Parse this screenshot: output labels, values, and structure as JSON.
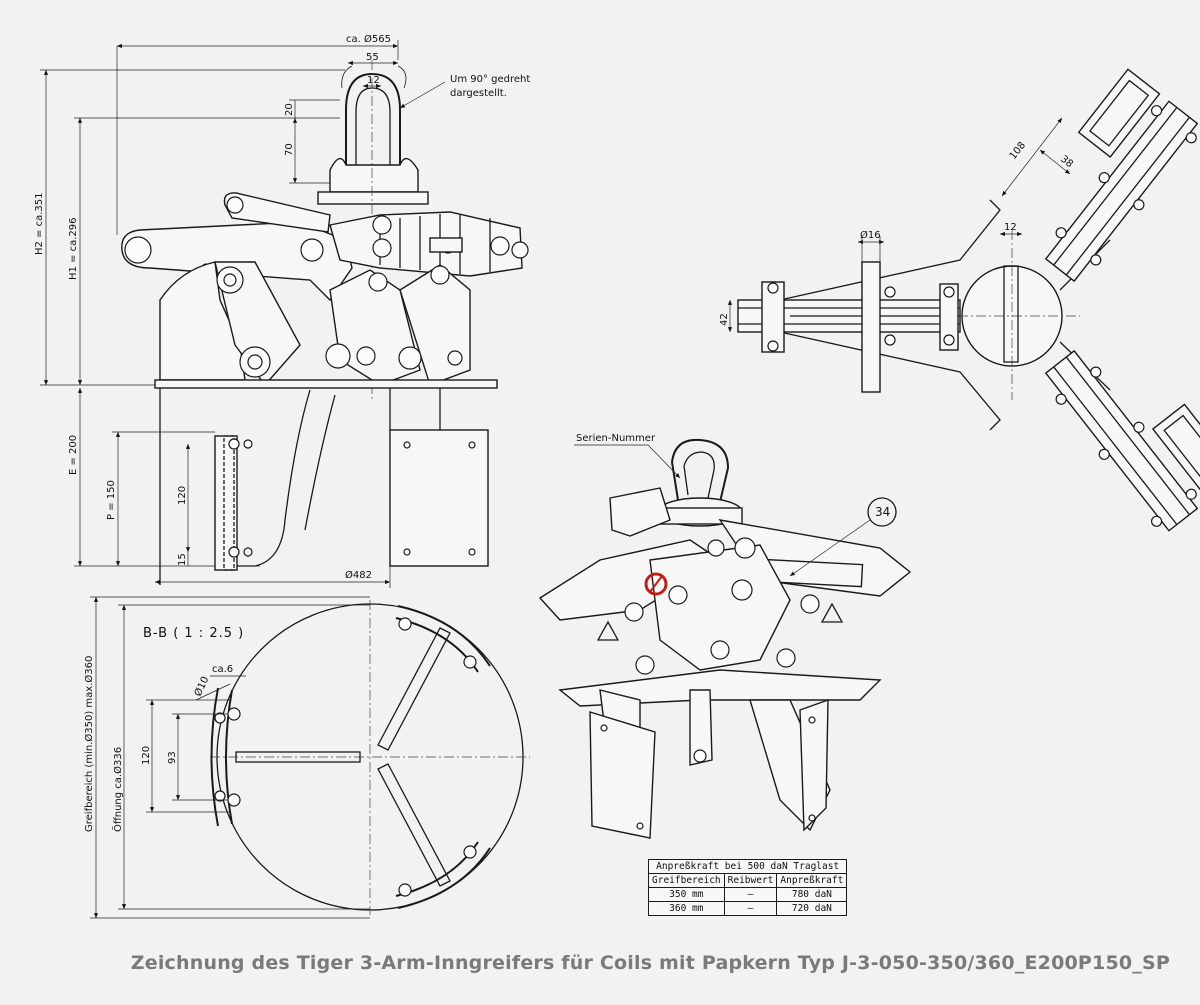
{
  "caption": "Zeichnung des Tiger 3-Arm-Inngreifers für Coils mit Papkern Typ J-3-050-350/360_E200P150_SP",
  "side_view": {
    "dims": {
      "dia_565": "ca. Ø565",
      "w55": "55",
      "w12": "12",
      "h20": "20",
      "h70": "70",
      "h2": "H2 = ca.351",
      "h1": "H1 = ca.296",
      "e": "E = 200",
      "p": "P = 150",
      "d120": "120",
      "d15": "15",
      "dia_482": "Ø482"
    },
    "note_line1": "Um 90° gedreht",
    "note_line2": "dargestellt."
  },
  "top_view": {
    "dims": {
      "d108": "108",
      "d38": "38",
      "dia16": "Ø16",
      "d12": "12",
      "d42": "42"
    }
  },
  "section": {
    "title": "B-B ( 1 : 2.5 )",
    "dims": {
      "ca6": "ca.6",
      "dia10": "Ø10",
      "d120": "120",
      "d93": "93",
      "greif": "Greifbereich (min.Ø350) max.Ø360",
      "oeff": "Öffnung ca.Ø336"
    }
  },
  "iso_view": {
    "serial_label": "Serien-Nummer",
    "balloon": "34"
  },
  "force_table": {
    "title": "Anpreßkraft bei 500 daN Traglast",
    "headers": [
      "Greifbereich",
      "Reibwert",
      "Anpreßkraft"
    ],
    "rows": [
      [
        "350 mm",
        "–",
        "780 daN"
      ],
      [
        "360 mm",
        "–",
        "720 daN"
      ]
    ]
  }
}
